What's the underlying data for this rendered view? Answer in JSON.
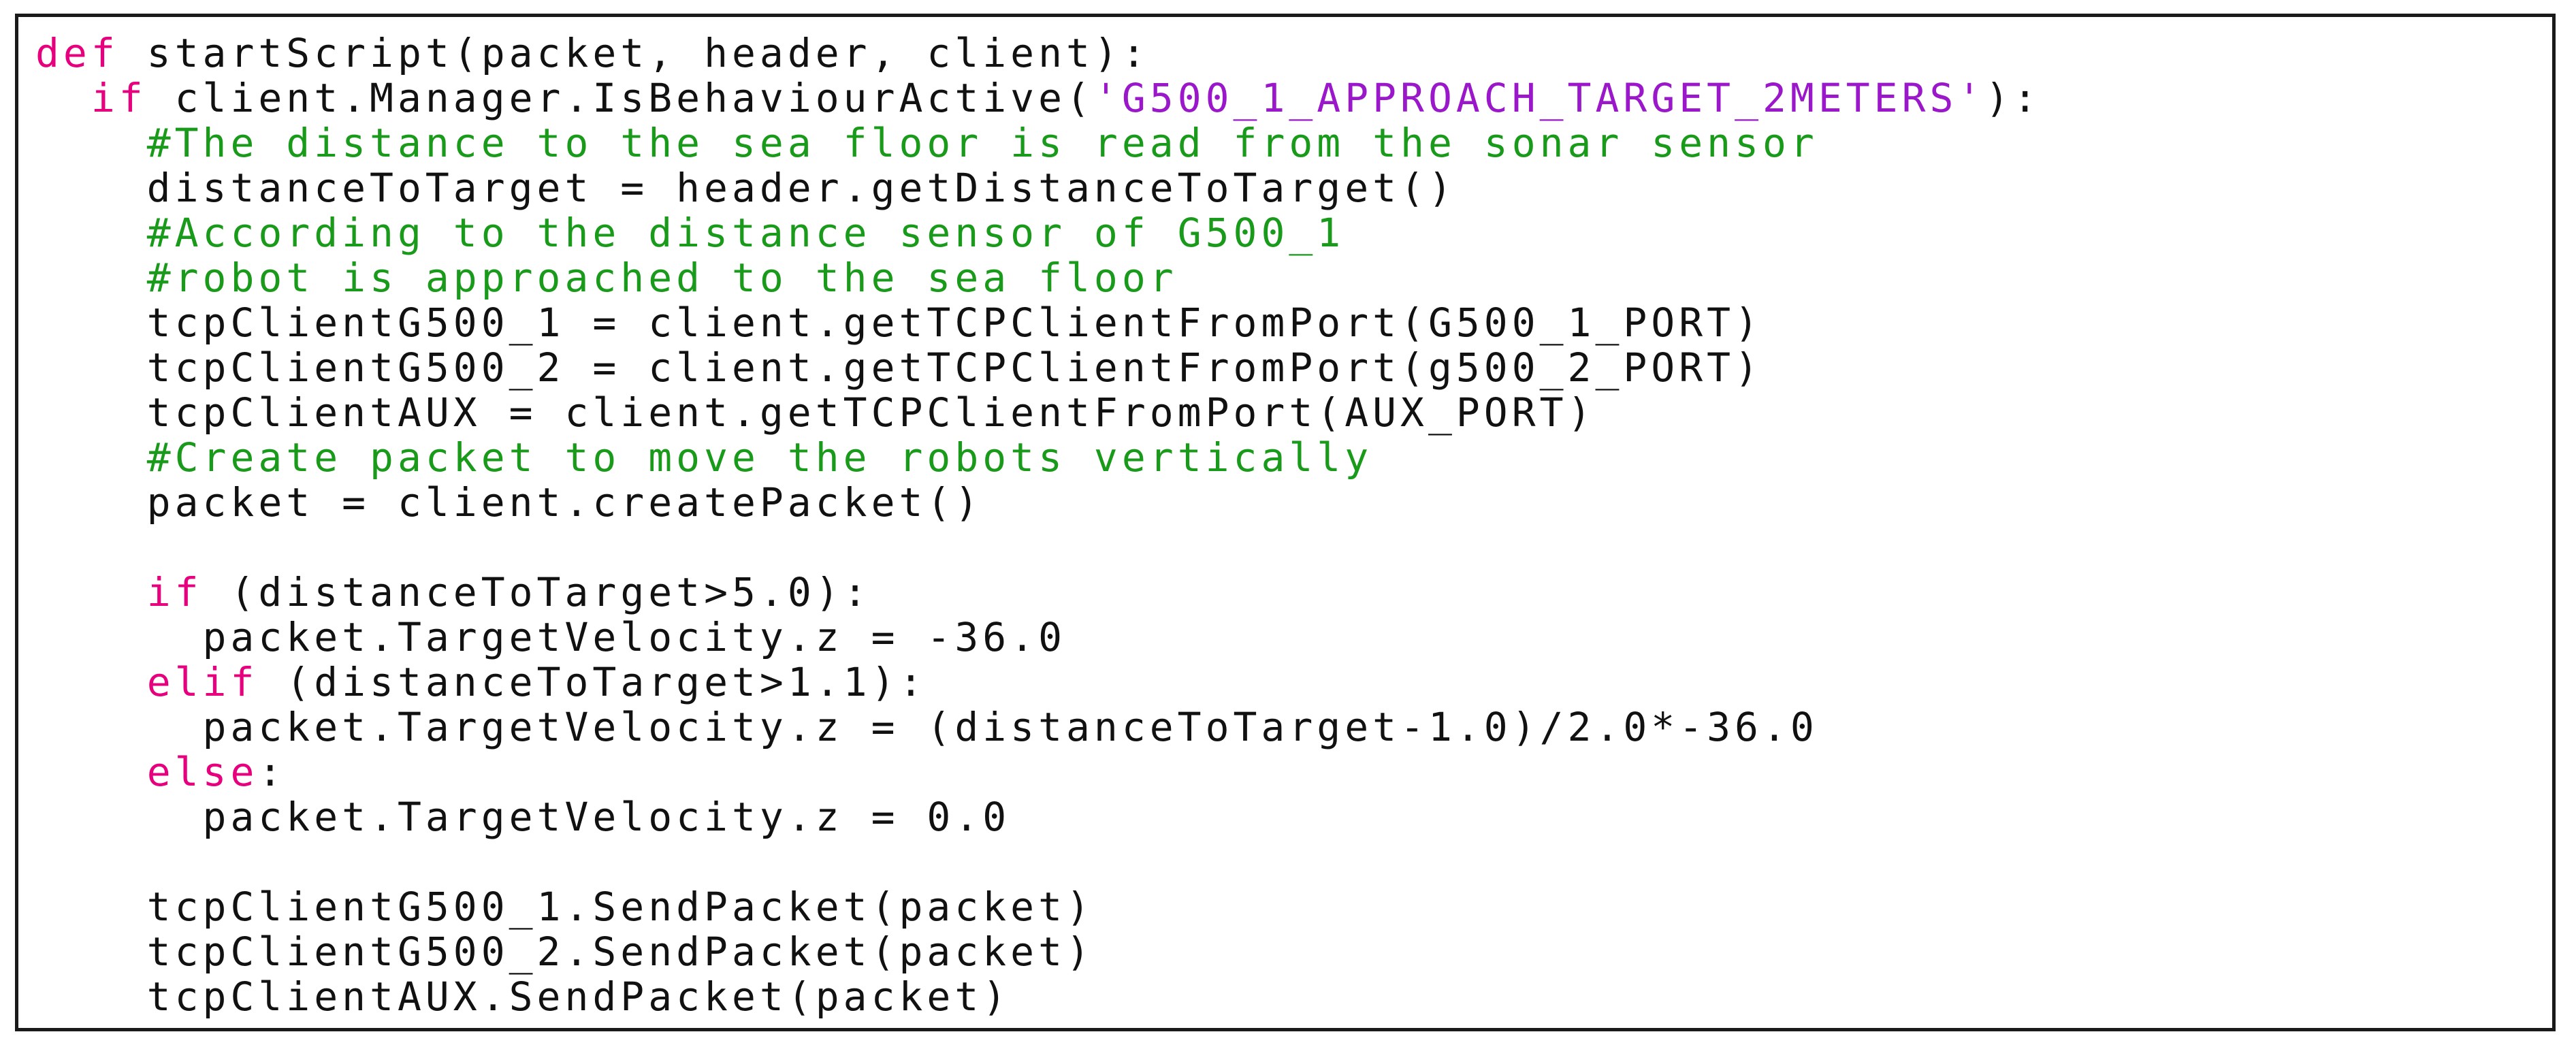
{
  "colors": {
    "keyword": "#e6007e",
    "string": "#9a18c9",
    "comment": "#1a9a1a",
    "plain": "#111111",
    "border": "#1a1a1a",
    "background": "#ffffff"
  },
  "code_lines": [
    [
      {
        "t": "kw",
        "v": "def"
      },
      {
        "t": "pl",
        "v": " startScript(packet, header, client):"
      }
    ],
    [
      {
        "t": "pl",
        "v": "  "
      },
      {
        "t": "kw",
        "v": "if"
      },
      {
        "t": "pl",
        "v": " client.Manager.IsBehaviourActive("
      },
      {
        "t": "str",
        "v": "'G500_1_APPROACH_TARGET_2METERS'"
      },
      {
        "t": "pl",
        "v": "):"
      }
    ],
    [
      {
        "t": "pl",
        "v": "    "
      },
      {
        "t": "cm",
        "v": "#The distance to the sea floor is read from the sonar sensor"
      }
    ],
    [
      {
        "t": "pl",
        "v": "    distanceToTarget = header.getDistanceToTarget()"
      }
    ],
    [
      {
        "t": "pl",
        "v": "    "
      },
      {
        "t": "cm",
        "v": "#According to the distance sensor of G500_1"
      }
    ],
    [
      {
        "t": "pl",
        "v": "    "
      },
      {
        "t": "cm",
        "v": "#robot is approached to the sea floor"
      }
    ],
    [
      {
        "t": "pl",
        "v": "    tcpClientG500_1 = client.getTCPClientFromPort(G500_1_PORT)"
      }
    ],
    [
      {
        "t": "pl",
        "v": "    tcpClientG500_2 = client.getTCPClientFromPort(g500_2_PORT)"
      }
    ],
    [
      {
        "t": "pl",
        "v": "    tcpClientAUX = client.getTCPClientFromPort(AUX_PORT)"
      }
    ],
    [
      {
        "t": "pl",
        "v": "    "
      },
      {
        "t": "cm",
        "v": "#Create packet to move the robots vertically"
      }
    ],
    [
      {
        "t": "pl",
        "v": "    packet = client.createPacket()"
      }
    ],
    [
      {
        "t": "pl",
        "v": ""
      }
    ],
    [
      {
        "t": "pl",
        "v": "    "
      },
      {
        "t": "kw",
        "v": "if"
      },
      {
        "t": "pl",
        "v": " (distanceToTarget>5.0):"
      }
    ],
    [
      {
        "t": "pl",
        "v": "      packet.TargetVelocity.z = -36.0"
      }
    ],
    [
      {
        "t": "pl",
        "v": "    "
      },
      {
        "t": "kw",
        "v": "elif"
      },
      {
        "t": "pl",
        "v": " (distanceToTarget>1.1):"
      }
    ],
    [
      {
        "t": "pl",
        "v": "      packet.TargetVelocity.z = (distanceToTarget-1.0)/2.0*-36.0"
      }
    ],
    [
      {
        "t": "pl",
        "v": "    "
      },
      {
        "t": "kw",
        "v": "else"
      },
      {
        "t": "pl",
        "v": ":"
      }
    ],
    [
      {
        "t": "pl",
        "v": "      packet.TargetVelocity.z = 0.0"
      }
    ],
    [
      {
        "t": "pl",
        "v": ""
      }
    ],
    [
      {
        "t": "pl",
        "v": "    tcpClientG500_1.SendPacket(packet)"
      }
    ],
    [
      {
        "t": "pl",
        "v": "    tcpClientG500_2.SendPacket(packet)"
      }
    ],
    [
      {
        "t": "pl",
        "v": "    tcpClientAUX.SendPacket(packet)"
      }
    ]
  ]
}
